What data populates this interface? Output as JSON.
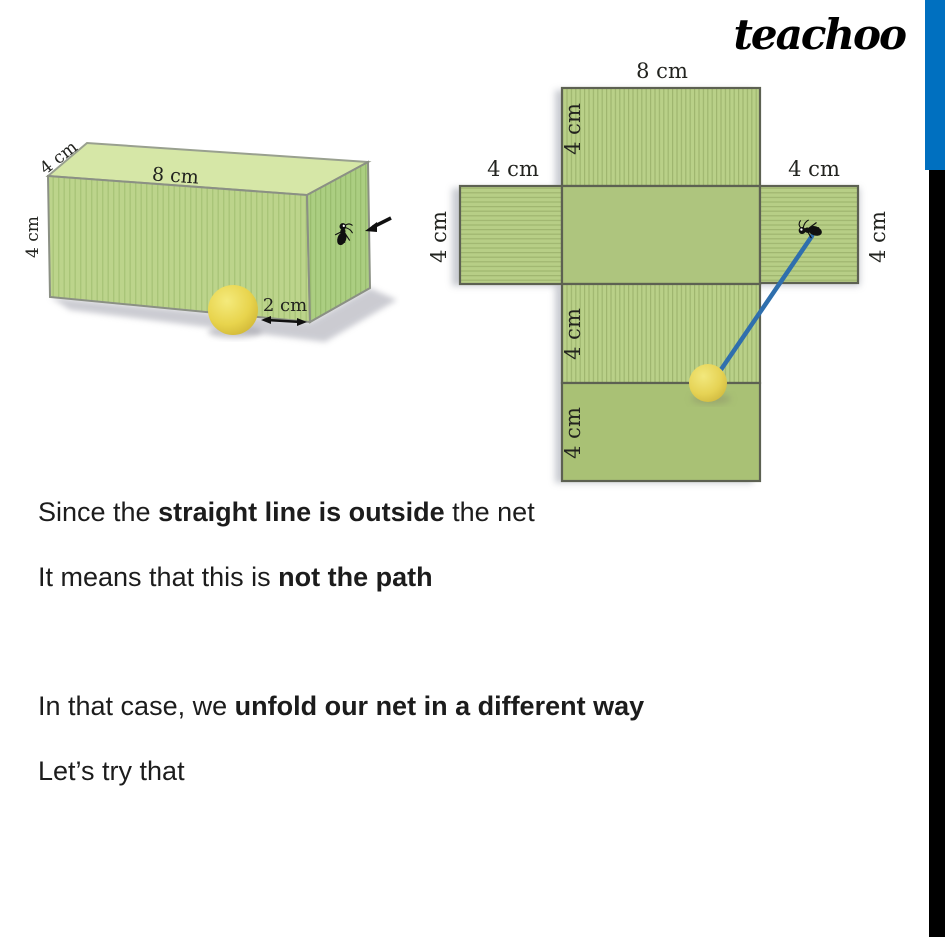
{
  "logo": {
    "text": "teachoo"
  },
  "figure_3d": {
    "name": "cuboid with ant and ball",
    "labels": {
      "depth": "4 cm",
      "width": "8 cm",
      "height": "4 cm",
      "ball_gap": "2 cm"
    }
  },
  "net": {
    "name": "unfolded cuboid net with straight line from ant to ball",
    "labels": {
      "top_width": "8 cm",
      "top_face_height": "4 cm",
      "left_flap_width": "4 cm",
      "left_flap_height": "4 cm",
      "right_flap_width": "4 cm",
      "right_flap_height": "4 cm",
      "front_face_height": "4 cm",
      "bottom_face_height": "4 cm"
    }
  },
  "text": {
    "line1": {
      "pre": "Since the ",
      "bold": "straight line is outside",
      "post": " the net"
    },
    "line2": {
      "pre": "It means that this is ",
      "bold": "not the path",
      "post": ""
    },
    "line3": {
      "pre": "In that case, we ",
      "bold": "unfold our net in a different way",
      "post": ""
    },
    "line4": {
      "pre": "Let’s try that",
      "bold": "",
      "post": ""
    }
  },
  "colors": {
    "accent_blue": "#0070c0",
    "accent_black": "#000000",
    "net_plain_green": "#aec57e",
    "net_stripe_green": "#9fb66f",
    "box_top_green": "#d6e7a7",
    "path_line_blue": "#2f6fad",
    "ball_yellow": "#e8d44d",
    "border_gray": "#5d6152"
  }
}
